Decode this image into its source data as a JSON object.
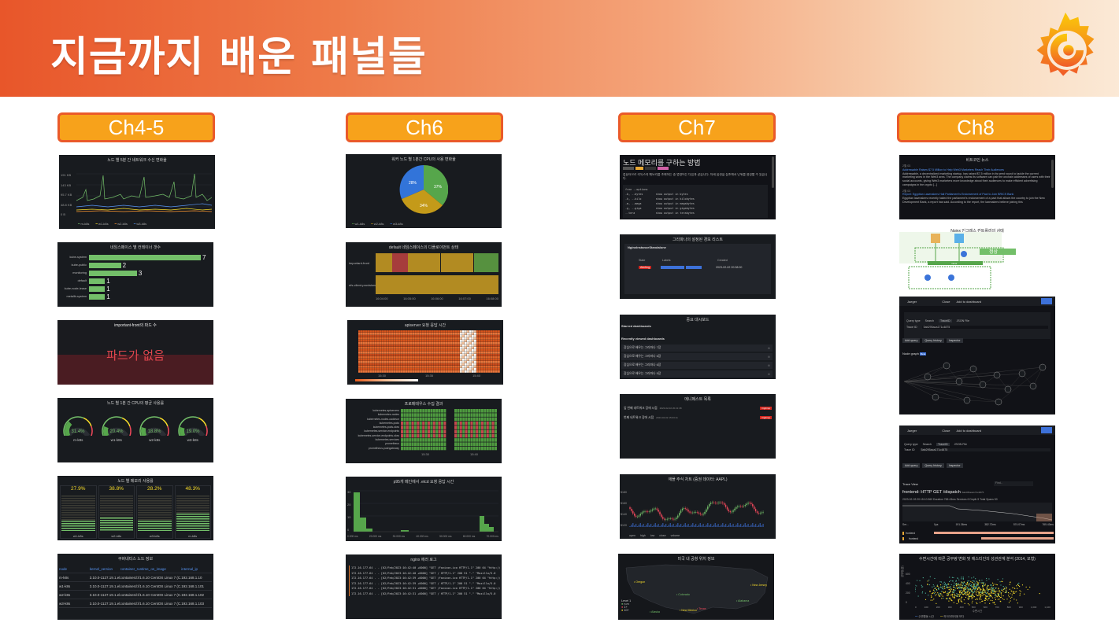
{
  "slide": {
    "title": "지금까지 배운 패널들"
  },
  "chapters": [
    "Ch4-5",
    "Ch6",
    "Ch7",
    "Ch8"
  ],
  "colors": {
    "accent": "#f7a21b",
    "border": "#ea5a2a",
    "panel_bg": "#181b1f",
    "green": "#73bf69",
    "yellow": "#fade2a",
    "red": "#f2495c"
  },
  "col1": {
    "p1": {
      "title": "노드 별 5분 간 네트워크 수신 변화율",
      "yticks": [
        "191 KB",
        "143 KB",
        "95.7 KB",
        "48.8 KB",
        "0 B"
      ],
      "legend": [
        "m-k8s",
        "w1-k8s",
        "w2-k8s",
        "w3-k8s"
      ]
    },
    "p2": {
      "title": "네임스페이스 별 컨테이너 갯수",
      "bars": [
        {
          "label": "kube-system",
          "value": 7
        },
        {
          "label": "kube-public",
          "value": 2
        },
        {
          "label": "monitoring",
          "value": 3
        },
        {
          "label": "default",
          "value": 1
        },
        {
          "label": "kube-node-lease",
          "value": 1
        },
        {
          "label": "metallb-system",
          "value": 1
        }
      ]
    },
    "p3": {
      "title": "important-front의 파드 수",
      "message": "파드가 없음"
    },
    "p4": {
      "title": "노드 별 1분 간 CPU의 평균 사용률",
      "gauges": [
        {
          "value": "31.4%",
          "label": "m-k8s"
        },
        {
          "value": "20.4%",
          "label": "w1-k8s"
        },
        {
          "value": "18.8%",
          "label": "w2-k8s"
        },
        {
          "value": "19.0%",
          "label": "w3-k8s"
        }
      ]
    },
    "p5": {
      "title": "노드 별 메모리 사용률",
      "cols": [
        {
          "value": "27.9%",
          "label": "w1-k8s"
        },
        {
          "value": "38.8%",
          "label": "w2-k8s"
        },
        {
          "value": "28.2%",
          "label": "w3-k8s"
        },
        {
          "value": "48.3%",
          "label": "m-k8s"
        }
      ]
    },
    "p6": {
      "title": "쿠버네티스 노드 정보",
      "headers": [
        "node",
        "kernel_version",
        "container_runtime_ve",
        "os_image",
        "internal_ip"
      ],
      "rows": [
        [
          "m-k8s",
          "3.10.0-1127.19.1.el...",
          "containerd://1.6.10",
          "CentOS Linux 7 (C...",
          "192.168.1.10"
        ],
        [
          "w1-k8s",
          "3.10.0-1127.19.1.el...",
          "containerd://1.6.10",
          "CentOS Linux 7 (C...",
          "192.168.1.101"
        ],
        [
          "w2-k8s",
          "3.10.0-1127.19.1.el...",
          "containerd://1.6.10",
          "CentOS Linux 7 (C...",
          "192.168.1.102"
        ],
        [
          "w3-k8s",
          "3.10.0-1127.19.1.el...",
          "containerd://1.6.10",
          "CentOS Linux 7 (C...",
          "192.168.1.103"
        ]
      ]
    }
  },
  "col2": {
    "p1": {
      "title": "워커 노드 별 1분간 CPU의 사용 변화율",
      "slices": [
        {
          "label": "37%"
        },
        {
          "label": "34%"
        },
        {
          "label": "28%"
        }
      ],
      "legend": [
        "w1-k8s",
        "w2-k8s",
        "w3-k8s"
      ]
    },
    "p2": {
      "title": "default 네임스페이스의 디플로이먼트 상태",
      "rows": [
        "important-front",
        "nfs-client-provisioner"
      ],
      "xticks": [
        "16:04:00",
        "16:05:00",
        "16:06:00",
        "16:07:00",
        "16:08:00"
      ]
    },
    "p3": {
      "title": "apiserver 요청 응답 시간",
      "xticks": [
        "15:30",
        "15:35",
        "15:40"
      ]
    },
    "p4": {
      "title": "프로메테우스 수집 결과",
      "rows": [
        "kubernetes-apiservers",
        "kubernetes-nodes",
        "kubernetes-nodes-cadvisor",
        "kubernetes-pods",
        "kubernetes-pods-slow",
        "kubernetes-service-endpoints",
        "kubernetes-service-endpoints-slow",
        "kubernetes-services",
        "prometheus",
        "prometheus-pushgateway"
      ],
      "xticks": [
        "15:30",
        "15:40"
      ]
    },
    "p5": {
      "title": "p95개 메인에서 .etcd 요청 응답 시간",
      "yticks": [
        "30",
        "20",
        "10",
        "0"
      ],
      "xticks": [
        "0.000 ms",
        "20.000 ms",
        "30.000 ms",
        "40.000 ms",
        "50.000 ms",
        "60.000 ms",
        "70.000 ms"
      ]
    },
    "p6": {
      "title": "nginx 에러 로그",
      "lines": [
        "172.16.177.64 - - [02/Feb/2023:16:42:40 +0000] \"GET /favicon.ico HTTP/1.1\" 200 64 \"http://19",
        "172.16.177.64 - - [02/Feb/2023:16:42:40 +0000] \"GET /  HTTP/1.1\" 200 51 \"-\" \"Mozilla/5.0",
        "172.16.177.64 - - [02/Feb/2023:16:42:39 +0000] \"GET /favicon.ico HTTP/1.1\" 200 64 \"http://19",
        "172.16.177.64 - - [02/Feb/2023:16:42:39 +0000] \"GET /  HTTP/1.1\" 200 51 \"-\" \"Mozilla/5.0",
        "172.16.177.64 - - [02/Feb/2023:16:42:31 +0000] \"GET /favicon.ico HTTP/1.1\" 200 64 \"http://19",
        "172.16.177.64 - - [02/Feb/2023:16:42:31 +0000] \"GET /  HTTP/1.1\" 200 51 \"-\" \"Mozilla/5.0"
      ]
    }
  },
  "col3": {
    "p1": {
      "title": "노드 메모리를 구하는 방법",
      "body": "컴퓨터으로 리눅스의 메모리를 조회하는 중 명령어는 다음과 같습니다. 자세 옵션을 참조해서 단위를 설정할 수 있습니다.",
      "code": [
        "free --options",
        "-b, --bytes        show output in bytes",
        "-k, --kilo         show output in kilobytes",
        "-m, --mega         show output in megabytes",
        "-g, --giga         show output in gigabytes",
        "--tera             show output in terabytes"
      ]
    },
    "p2": {
      "title": "그라파나의 설정된 경보 리스트",
      "rule": "NginxInstanceStandalone",
      "headers": [
        "State",
        "Labels",
        "Created"
      ],
      "state": "Alerting",
      "created": "2023-02-02 20:38:00"
    },
    "p3": {
      "title": "중요 대시보드",
      "starred": "Starred dashboards",
      "recent": "Recently viewed dashboards",
      "items": [
        "장심으로 배우는 그라파나 7장",
        "장심으로 배우는 그라파나 6장",
        "장심으로 배우는 그라파나 6장",
        "장심으로 배우는 그라파나 5장"
      ]
    },
    "p4": {
      "title": "메니페스트 목록",
      "items": [
        {
          "text": "앞 번째 네트워크 장애 시점",
          "time": "2023-02-02 20:21:38",
          "state": "highimp"
        },
        {
          "text": "번째 네트워크 장애 시점",
          "time": "2023-02-02 15:03:11",
          "state": "highimp"
        }
      ]
    },
    "p5": {
      "title": "애플 주식 차트 (증권 데이터: AAPL)",
      "yticks": [
        "$180",
        "$160",
        "$140",
        "$120"
      ],
      "legend": [
        "open",
        "high",
        "low",
        "close",
        "volume"
      ]
    },
    "p6": {
      "title": "미국 내 공항 위치 정보",
      "places": [
        "Oregon",
        "Colorado",
        "New Mexico",
        "New Jersey",
        "Alabama",
        "Texas",
        "Alaska"
      ],
      "legend_title": "Level 1",
      "legend": [
        "n.m",
        "1+",
        "10+"
      ]
    }
  },
  "col4": {
    "p1": {
      "title": "비트코인 뉴스",
      "items": [
        {
          "date": "2월 03",
          "headline": "Addressable Raises $7.5 Million to Help Web3 Marketers Reach Their Audiences",
          "body": "Addressable, a decentralized marketing startup, has raised $7.5 million in its seed round to tackle the current marketing woes in the Web3 area. The company claims its software can pair the onchain addresses of users with their social accounts, giving Web3 marketers more knowledge about their audiences to make efficient advertising campaigns in the crypto [...]"
        },
        {
          "date": "2월 03",
          "headline": "Report: Egyptian Lawmakers Hail Parliament's Endorsement of Pact to Join BRICS Bank",
          "body": "Egyptian lawmakers recently hailed the parliament's endorsement of a pact that allows the country to join the New Development Bank, a report has said. According to the report, the lawmakers believe joining this"
        }
      ]
    },
    "p2": {
      "title": "Nginx 인그레스 컨트롤러의 상태",
      "status": "정상",
      "node": "minor"
    },
    "p3": {
      "toolbar": [
        "Jaeger",
        "Close",
        "Add to dashboard"
      ],
      "query_type_label": "Query type",
      "tabs": [
        "Search",
        "TraceID",
        "JSON File"
      ],
      "trace_id_label": "Trace ID",
      "trace_id": "5ab295aca171c4875",
      "buttons": [
        "Add query",
        "Query history",
        "Inspector"
      ],
      "node_graph": "Node graph",
      "beta": "Beta"
    },
    "p4": {
      "toolbar": [
        "Jaeger",
        "Close",
        "Add to dashboard"
      ],
      "query_type_label": "Query type",
      "tabs": [
        "Search",
        "TraceID",
        "JSON File"
      ],
      "trace_id_label": "Trace ID",
      "trace_id": "5ab295aca171c4875",
      "buttons": [
        "Add query",
        "Query history",
        "Inspector"
      ],
      "trace_view": "Trace View",
      "find": "Find...",
      "trace_title": "frontend: HTTP GET /dispatch",
      "trace_hash": "5ab295aca171c4875",
      "trace_meta": "2023-02-03 20:15:10.360  Duration 765.43ms  Services 6  Depth 5  Total Spans 50",
      "ticks": [
        "0μs",
        "191.36ms",
        "382.72ms",
        "574.07ms",
        "765.43ms"
      ],
      "service_col": "Ser...",
      "spans": [
        "frontend",
        "frontend"
      ]
    },
    "p5": {
      "title": "수면시간에 따른 공부량 변화 및 에스티인의 성관관계 분석 (2014, 모형)",
      "ylabel": "공부량(분)",
      "xlabel": "수면시간",
      "yticks": [
        "600",
        "400",
        "200",
        "0"
      ],
      "xticks": [
        "0",
        "100",
        "200",
        "300",
        "400",
        "500",
        "600",
        "700",
        "800",
        "900",
        "1,000",
        "1,100"
      ],
      "legend": [
        "수면활동 시간",
        "하이어파이용 보다"
      ]
    }
  }
}
